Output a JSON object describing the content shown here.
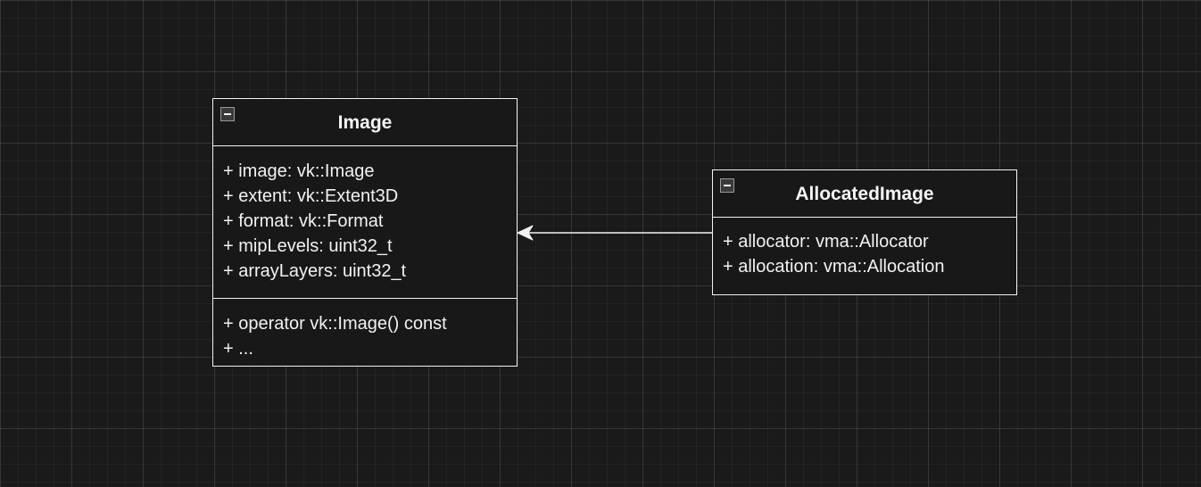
{
  "classes": {
    "image": {
      "name": "Image",
      "attributes": [
        "+ image: vk::Image",
        "+ extent: vk::Extent3D",
        "+ format: vk::Format",
        "+ mipLevels: uint32_t",
        "+ arrayLayers: uint32_t"
      ],
      "methods": [
        "+ operator vk::Image() const",
        "+ ..."
      ]
    },
    "allocated_image": {
      "name": "AllocatedImage",
      "attributes": [
        "+ allocator: vma::Allocator",
        "+ allocation: vma::Allocation"
      ]
    }
  },
  "relationships": [
    {
      "from": "AllocatedImage",
      "to": "Image",
      "type": "association-arrow"
    }
  ],
  "colors": {
    "background": "#1a1a1a",
    "stroke": "#f2f2f2",
    "text": "#f2f2f2"
  },
  "icons": {
    "collapse": "minus-square-icon"
  }
}
